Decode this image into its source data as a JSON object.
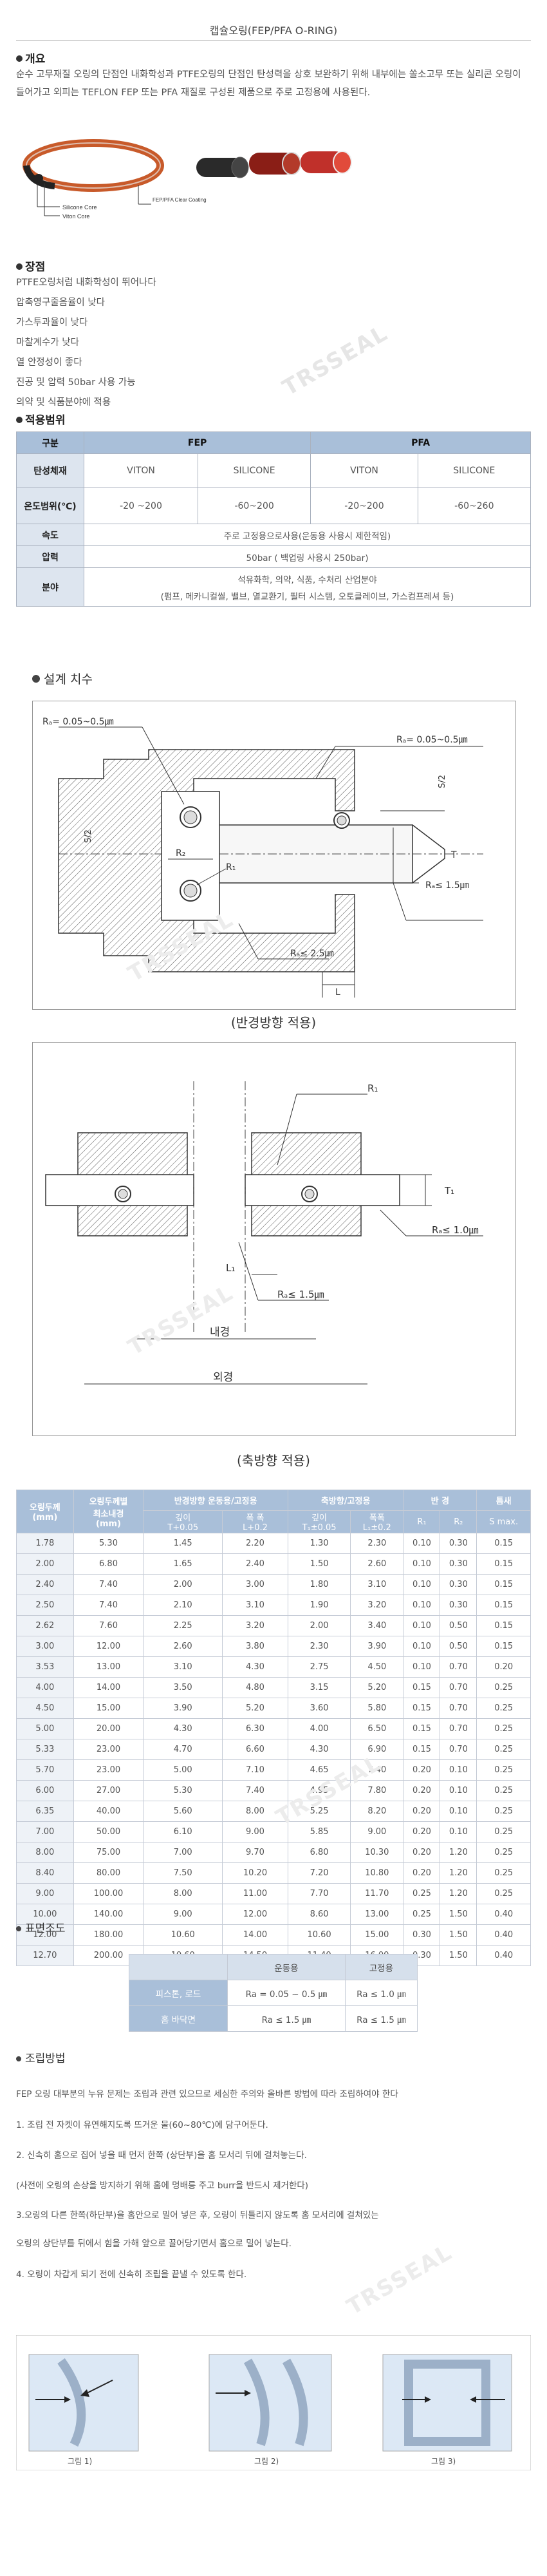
{
  "title": "캡슐오링(FEP/PFA O-RING)",
  "overview": {
    "heading": "개요",
    "text": "순수 고무재질 오링의 단점인 내화학성과 PTFE오링의 단점인 탄성력을 상호 보완하기 위해 내부에는 쏠소고무 또는 실리콘 오링이 들어가고 외피는 TEFLON FEP 또는 PFA 재질로 구성된 제품으로 주로 고정용에 사용된다.",
    "diagram_labels": [
      "Silicone Core",
      "Viton Core",
      "FEP/PFA Clear Coating"
    ]
  },
  "advantages": {
    "heading": "장점",
    "items": [
      "PTFE오링처럼 내화학성이 뛰어나다",
      "압축영구줄음율이 낮다",
      "가스투과율이 낮다",
      "마찰계수가 낮다",
      "열 안정성이 좋다",
      "진공 및 압력 50bar 사용 가능",
      "의약 및 식품분야에 적용"
    ]
  },
  "applications": {
    "heading": "적용범위",
    "header": [
      "구분",
      "FEP",
      "PFA"
    ],
    "elastomer_label": "탄성체재",
    "elastomers": [
      "VITON",
      "SILICONE",
      "VITON",
      "SILICONE"
    ],
    "temp_label": "온도범위(℃)",
    "temps": [
      "-20 ~200",
      "-60~200",
      "-20~200",
      "-60~260"
    ],
    "speed_label": "속도",
    "speed": "주로 고정용으로사용(운동용 사용시 제한적임)",
    "pressure_label": "압력",
    "pressure": "50bar ( 백업링 사용시 250bar)",
    "field_label": "분야",
    "field_line1": "석유화학, 의약, 식품, 수처리 산업분야",
    "field_line2": "(펌프, 메카니컬씰, 밸브, 열교환기, 필터 시스템, 오토클레이브, 가스컴프레셔 등)"
  },
  "design": {
    "heading": "설계 치수",
    "radial": {
      "labels": [
        "Rₐ= 0.05~0.5㎛",
        "Rₐ= 0.05~0.5㎛",
        "S/2",
        "S/2",
        "R₂",
        "R₁",
        "T",
        "Rₐ≤ 1.5㎛",
        "Rₐ≤ 2.5㎛",
        "L"
      ],
      "caption": "(반경방향 적용)"
    },
    "axial": {
      "labels": [
        "R₁",
        "T₁",
        "Rₐ≤ 1.0㎛",
        "L₁",
        "Rₐ≤ 1.5㎛",
        "내경",
        "외경"
      ],
      "caption": "(축방향 적용)"
    }
  },
  "dim_table": {
    "h_oring": "오링두께\n(mm)",
    "h_min_id": "오링두께별\n최소내경\n(mm)",
    "h_radial": "반경방향 운동용/고정용",
    "h_axial": "축방향/고정용",
    "h_radius": "반 경",
    "h_gap": "틈새",
    "sub": [
      "깊이\nT+0.05",
      "폭 폭\nL+0.2",
      "깊이\nT₁±0.05",
      "폭폭\nL₁±0.2",
      "R₁",
      "R₂",
      "S max."
    ],
    "rows": [
      [
        "1.78",
        "5.30",
        "1.45",
        "2.20",
        "1.30",
        "2.30",
        "0.10",
        "0.30",
        "0.15"
      ],
      [
        "2.00",
        "6.80",
        "1.65",
        "2.40",
        "1.50",
        "2.60",
        "0.10",
        "0.30",
        "0.15"
      ],
      [
        "2.40",
        "7.40",
        "2.00",
        "3.00",
        "1.80",
        "3.10",
        "0.10",
        "0.30",
        "0.15"
      ],
      [
        "2.50",
        "7.40",
        "2.10",
        "3.10",
        "1.90",
        "3.20",
        "0.10",
        "0.30",
        "0.15"
      ],
      [
        "2.62",
        "7.60",
        "2.25",
        "3.20",
        "2.00",
        "3.40",
        "0.10",
        "0.50",
        "0.15"
      ],
      [
        "3.00",
        "12.00",
        "2.60",
        "3.80",
        "2.30",
        "3.90",
        "0.10",
        "0.50",
        "0.15"
      ],
      [
        "3.53",
        "13.00",
        "3.10",
        "4.30",
        "2.75",
        "4.50",
        "0.10",
        "0.70",
        "0.20"
      ],
      [
        "4.00",
        "14.00",
        "3.50",
        "4.80",
        "3.15",
        "5.20",
        "0.15",
        "0.70",
        "0.25"
      ],
      [
        "4.50",
        "15.00",
        "3.90",
        "5.20",
        "3.60",
        "5.80",
        "0.15",
        "0.70",
        "0.25"
      ],
      [
        "5.00",
        "20.00",
        "4.30",
        "6.30",
        "4.00",
        "6.50",
        "0.15",
        "0.70",
        "0.25"
      ],
      [
        "5.33",
        "23.00",
        "4.70",
        "6.60",
        "4.30",
        "6.90",
        "0.15",
        "0.70",
        "0.25"
      ],
      [
        "5.70",
        "23.00",
        "5.00",
        "7.10",
        "4.65",
        "7.40",
        "0.20",
        "0.10",
        "0.25"
      ],
      [
        "6.00",
        "27.00",
        "5.30",
        "7.40",
        "4.95",
        "7.80",
        "0.20",
        "0.10",
        "0.25"
      ],
      [
        "6.35",
        "40.00",
        "5.60",
        "8.00",
        "5.25",
        "8.20",
        "0.20",
        "0.10",
        "0.25"
      ],
      [
        "7.00",
        "50.00",
        "6.10",
        "9.00",
        "5.85",
        "9.00",
        "0.20",
        "0.10",
        "0.25"
      ],
      [
        "8.00",
        "75.00",
        "7.00",
        "9.70",
        "6.80",
        "10.30",
        "0.20",
        "1.20",
        "0.25"
      ],
      [
        "8.40",
        "80.00",
        "7.50",
        "10.20",
        "7.20",
        "10.80",
        "0.20",
        "1.20",
        "0.25"
      ],
      [
        "9.00",
        "100.00",
        "8.00",
        "11.00",
        "7.70",
        "11.70",
        "0.25",
        "1.20",
        "0.25"
      ],
      [
        "10.00",
        "140.00",
        "9.00",
        "12.00",
        "8.60",
        "13.00",
        "0.25",
        "1.50",
        "0.40"
      ],
      [
        "12.00",
        "180.00",
        "10.60",
        "14.00",
        "10.60",
        "15.00",
        "0.30",
        "1.50",
        "0.40"
      ],
      [
        "12.70",
        "200.00",
        "10.60",
        "14.50",
        "11.40",
        "16.00",
        "0.30",
        "1.50",
        "0.40"
      ]
    ]
  },
  "roughness": {
    "heading": "표면조도",
    "header": [
      "",
      "운동용",
      "고정용"
    ],
    "rows": [
      [
        "피스톤, 로드",
        "Ra = 0.05 ~ 0.5 ㎛",
        "Ra ≤ 1.0  ㎛"
      ],
      [
        "홈 바닥면",
        "Ra ≤ 1.5 ㎛",
        "Ra ≤ 1.5 ㎛"
      ]
    ]
  },
  "assembly": {
    "heading": "조립방법",
    "steps": [
      "FEP 오링 대부분의 누유 문제는 조립과 관련 있으므로 세심한 주의와 올바른 방법에 따라 조립하여야 한다",
      "1. 조립 전 자켓이 유연해지도록 뜨거운 물(60~80℃)에 담구어둔다.",
      "2. 신속히 홈으로 집어 넣을 때 먼저 한쪽 (상단부)을 홈 모서리 뒤에 걸쳐놓는다.",
      "(사전에 오링의 손상을 방지하기 위해 홈에 멍배릉 주고 burr을 반드시 제거한다)",
      "3.오링의 다른 한쪽(하단부)을 홈안으로 밀어 넣은 후, 오링이 뒤틀리지 않도록 홈 모서리에 걸쳐있는",
      "오링의 상단부를 뒤에서 힘을 가해 앞으로 끌어당기면서 홈으로 밀어 넣는다.",
      "4. 오링이 차갑게 되기 전에 신속히 조립을 끝낼 수 있도록 한다."
    ],
    "figures": [
      "그림 1)",
      "그림 2)",
      "그림 3)"
    ]
  },
  "watermark": "TRSSEAL",
  "colors": {
    "header_blue": "#a9bfd9",
    "light_blue": "#dde5ef",
    "orange": "#c85a2a"
  }
}
